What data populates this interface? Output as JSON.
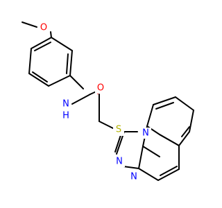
{
  "molecule": {
    "atom_labels": {
      "methoxy_oxygen": "O",
      "amide_nitrogen": "N",
      "amide_hydrogen": "H",
      "carbonyl_oxygen": "O",
      "sulfur": "S",
      "triazole_n1": "N",
      "triazole_n2": "N",
      "bridgehead_n": "N"
    },
    "colors": {
      "carbon_bond": "#000000",
      "nitrogen": "#0000ff",
      "oxygen": "#ff0000",
      "sulfur": "#b2b200"
    }
  }
}
